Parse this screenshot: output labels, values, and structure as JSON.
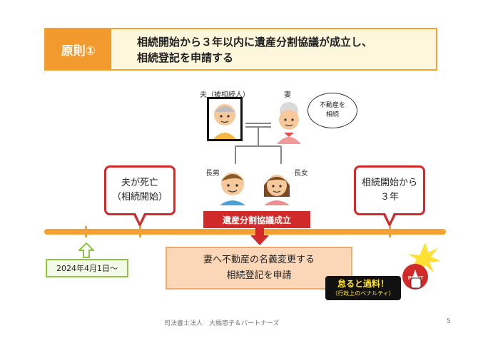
{
  "banner": {
    "tag": "原則①",
    "line1": "相続開始から３年以内に遺産分割協議が成立し、",
    "line2": "相続登記を申請する"
  },
  "people": {
    "husband_label": "夫（被相続人）",
    "wife_label": "妻",
    "son_label": "長男",
    "daughter_label": "長女",
    "speech_line1": "不動産を",
    "speech_line2": "相続"
  },
  "callouts": {
    "death_line1": "夫が死亡",
    "death_line2": "（相続開始）",
    "three_line1": "相続開始から",
    "three_line2": "３年"
  },
  "timeline": {
    "red_label": "遺産分割協議成立",
    "date_label": "2024年4月1日〜",
    "main_line1": "妻へ不動産の名義変更する",
    "main_line2": "相続登記を申請",
    "penalty_main": "怠ると過料！",
    "penalty_sub": "（行政上のペナルティ）",
    "point_text": "POINT"
  },
  "footer": {
    "text": "司法書士法人　大橋恵子＆パートナーズ",
    "page": "5"
  },
  "colors": {
    "orange": "#f2a233",
    "red": "#d12a2a",
    "green": "#8cc63f"
  }
}
